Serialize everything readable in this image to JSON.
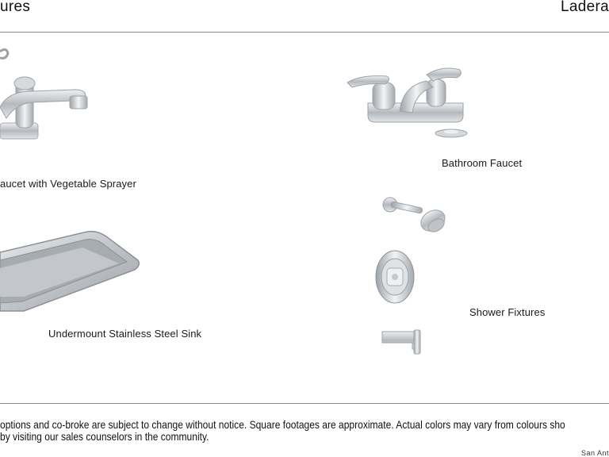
{
  "header": {
    "left_title": "ures",
    "right_title": "Ladera"
  },
  "products": [
    {
      "caption": "aucet with Vegetable Sprayer",
      "icon": "kitchen-faucet-icon"
    },
    {
      "caption": "Bathroom Faucet",
      "icon": "bathroom-faucet-icon"
    },
    {
      "caption": "Undermount Stainless Steel Sink",
      "icon": "sink-icon"
    },
    {
      "caption": "Shower Fixtures",
      "icon": "shower-head-icon"
    }
  ],
  "disclaimer": {
    "line1": "options and co-broke are subject to change without notice. Square footages are approximate. Actual colors may vary from colours sho",
    "line2": "by visiting our sales counselors in the community."
  },
  "footer": {
    "text": "San Ant"
  },
  "colors": {
    "chrome": "#c9cccf",
    "chrome_dark": "#8d9196",
    "rule": "#8a8a8a"
  }
}
